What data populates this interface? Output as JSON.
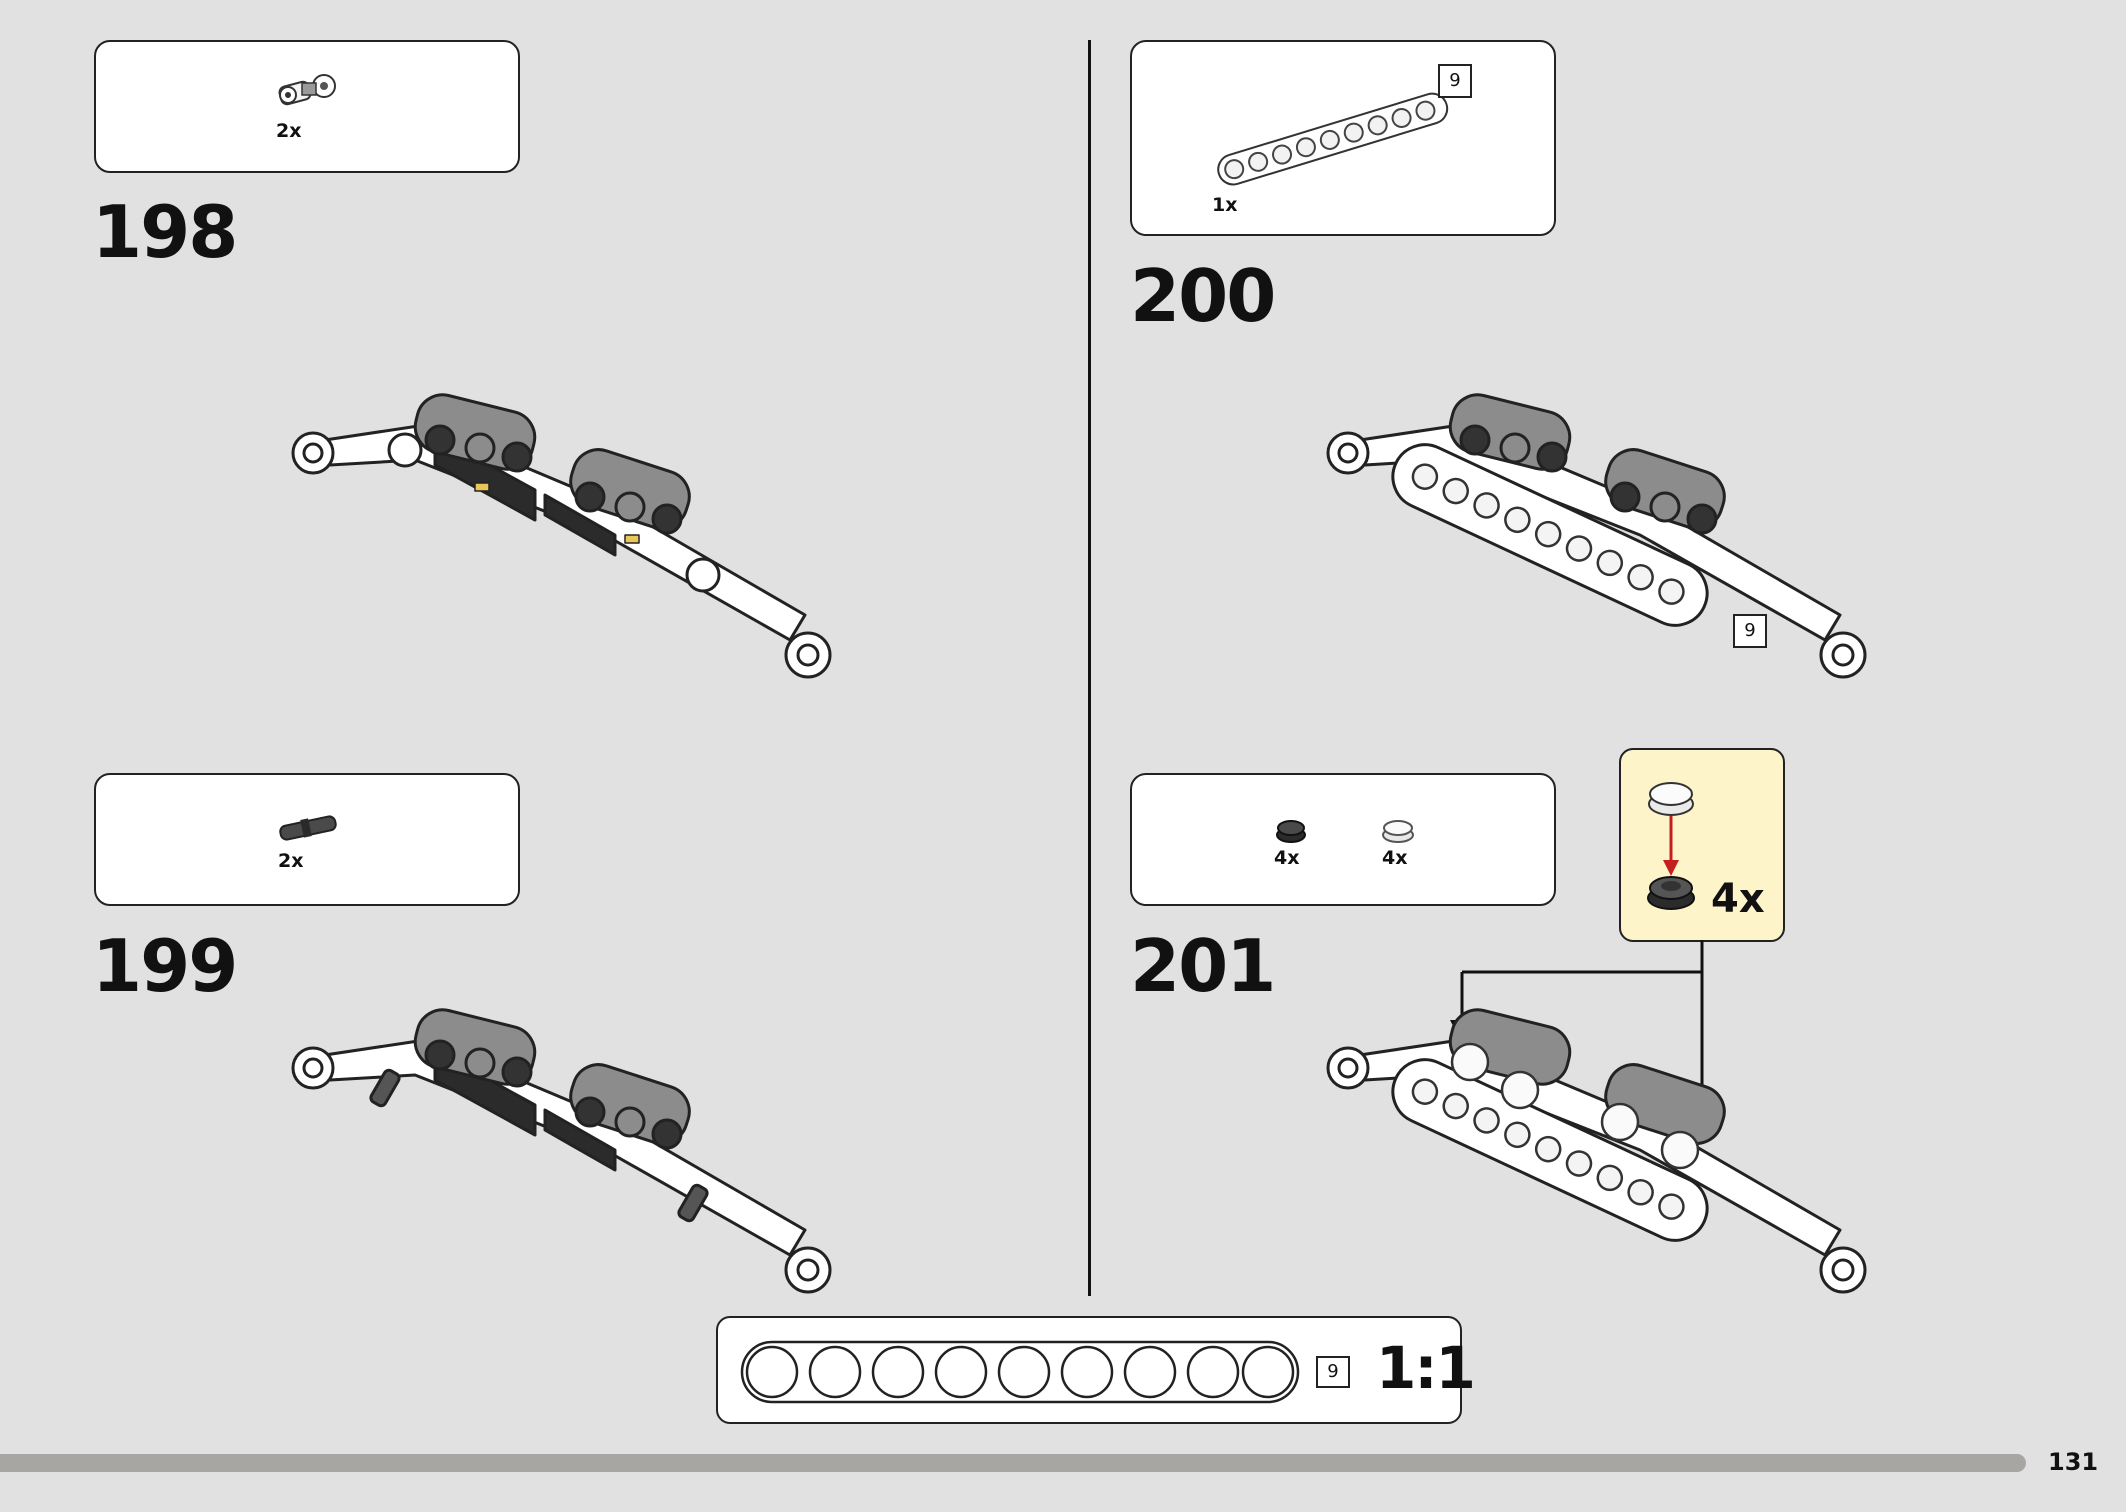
{
  "page": {
    "number": "131"
  },
  "steps": [
    {
      "number": "198",
      "parts": [
        {
          "qty": "2x",
          "icon": "axle-connector-icon"
        }
      ]
    },
    {
      "number": "199",
      "parts": [
        {
          "qty": "2x",
          "icon": "pin-with-axle-icon"
        }
      ]
    },
    {
      "number": "200",
      "parts": [
        {
          "qty": "1x",
          "icon": "beam-9-icon",
          "length": "9"
        }
      ],
      "assembly_badge": "9"
    },
    {
      "number": "201",
      "parts": [
        {
          "qty": "4x",
          "icon": "dark-round-tile-icon"
        },
        {
          "qty": "4x",
          "icon": "light-round-tile-icon"
        }
      ],
      "callout": {
        "qty": "4x"
      }
    }
  ],
  "scale": {
    "ratio": "1:1",
    "length": "9",
    "holes": 9
  },
  "progress": {
    "fraction": 0.953
  },
  "colors": {
    "background": "#e1e1e1",
    "callout": "#fdf4c9",
    "progress": "#a8a6a3",
    "brick_gray": "#8c8c8c",
    "arrow_red": "#c41e1e"
  }
}
